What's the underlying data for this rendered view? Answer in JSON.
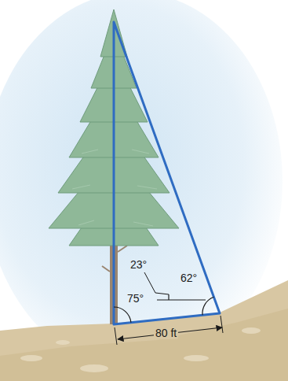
{
  "diagram": {
    "labels": [
      "23°",
      "62°",
      "75°",
      "80 ft"
    ]
  }
}
